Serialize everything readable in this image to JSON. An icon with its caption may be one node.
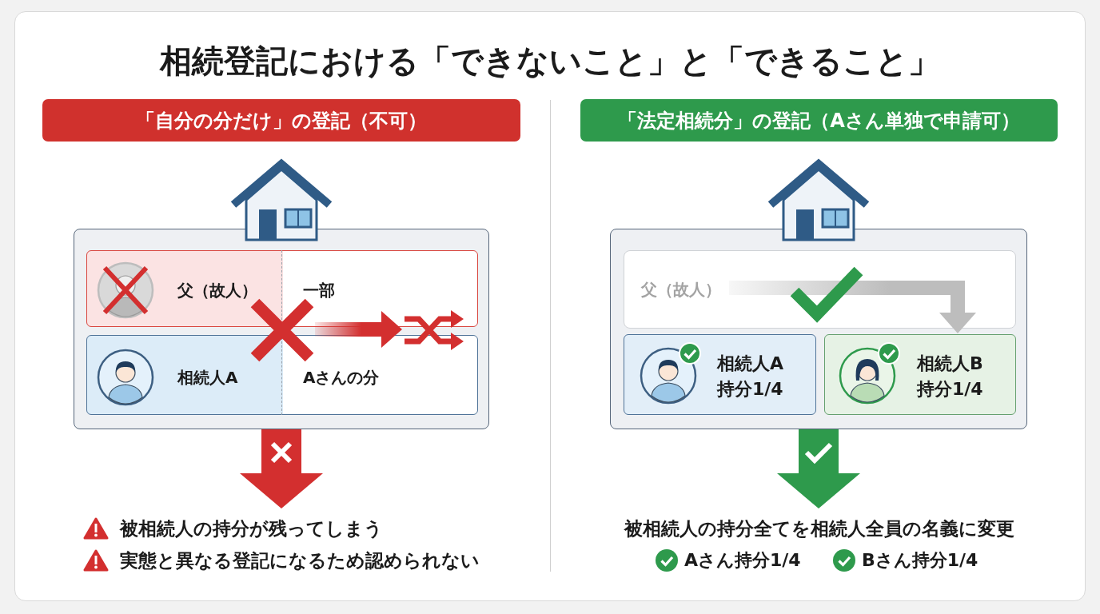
{
  "diagram": {
    "title": "相続登記における「できないこと」と「できること」",
    "nodes": [
      {
        "text": [
          "「自分の分だけ」の登記（不可）"
        ]
      },
      {
        "text": [],
        "shape": "box"
      },
      {
        "text": [
          "父（故人）",
          "一部"
        ],
        "in": 1
      },
      {
        "text": [
          "相続人A",
          "Aさんの分"
        ],
        "in": 1
      },
      {
        "text": [
          "被相続人の持分が残ってしまう",
          "実態と異なる登記になるため認められない"
        ]
      },
      {
        "text": [
          "「法定相続分」の登記（Aさん単独で申請可）"
        ]
      },
      {
        "text": [],
        "shape": "box"
      },
      {
        "text": [],
        "shape": "box",
        "in": 6
      },
      {
        "text": [
          "父（故人）"
        ],
        "in": 7
      },
      {
        "text": [
          "相続人A",
          "持分1/4"
        ],
        "in": 6
      },
      {
        "text": [
          "相続人B",
          "持分1/4"
        ],
        "in": 6
      },
      {
        "text": [
          "被相続人の持分全てを相続人全員の名義に変更",
          "Aさん持分1/4",
          "Bさん持分1/4"
        ]
      },
      {
        "text": [],
        "shape": "picture",
        "in": 1
      },
      {
        "text": [],
        "shape": "picture",
        "in": 1
      }
    ],
    "edges": [
      {
        "from": 1,
        "to": 4,
        "arrow": "to",
        "color": "#d32f2f"
      },
      {
        "from": 8,
        "to": 10,
        "arrow": "to",
        "color": "#bdbdbd"
      },
      {
        "from": 6,
        "to": 11,
        "arrow": "to",
        "color": "#2e9a4c"
      },
      {
        "from": 12,
        "to": 13,
        "arrow": "to",
        "color": "#d32f2f"
      }
    ]
  }
}
